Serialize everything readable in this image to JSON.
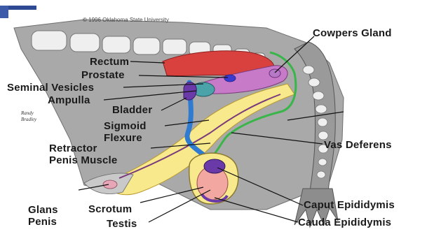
{
  "copyright": "© 1996 Oklahoma State University",
  "artist_signature": [
    "Randy",
    "Bradley"
  ],
  "labels": {
    "cowpers_gland": "Cowpers Gland",
    "rectum": "Rectum",
    "prostate": "Prostate",
    "seminal_vesicles": "Seminal Vesicles",
    "ampulla": "Ampulla",
    "bladder": "Bladder",
    "sigmoid_flexure": [
      "Sigmoid",
      "Flexure"
    ],
    "retractor_penis_muscle": [
      "Retractor",
      "Penis Muscle"
    ],
    "vas_deferens": "Vas Deferens",
    "glans_penis": [
      "Glans",
      "Penis"
    ],
    "scrotum": "Scrotum",
    "testis": "Testis",
    "caput_epididymis": "Caput Epididymis",
    "cauda_epididymis": "Cauda Epididymis"
  },
  "colors": {
    "body_gray": "#a9a9a9",
    "bone": "#efefef",
    "rectum_red": "#d8413e",
    "penis_yellow": "#f7e98c",
    "urethra_blue": "#2f7bd1",
    "vas_green": "#39b54a",
    "gland_purple": "#c77ac8",
    "ampulla_teal": "#4aa3a8",
    "testis_pink": "#f2a8a0",
    "epididymis_purple": "#6a3aa8",
    "accent_blue": "#3c5aa8"
  }
}
